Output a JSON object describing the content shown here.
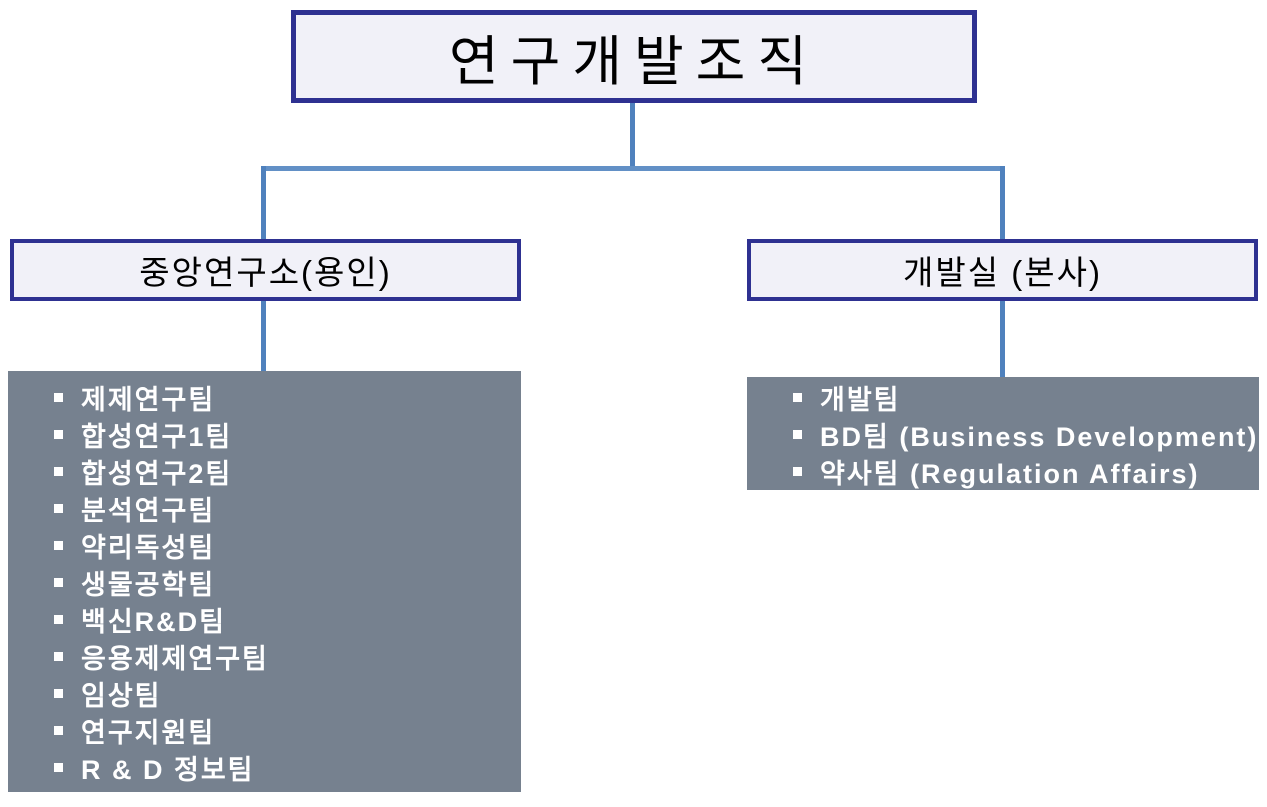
{
  "org": {
    "root_label": "연구개발조직",
    "branches": [
      {
        "label": "중앙연구소(용인)",
        "items": [
          "제제연구팀",
          "합성연구1팀",
          "합성연구2팀",
          "분석연구팀",
          "약리독성팀",
          "생물공학팀",
          "백신R&D팀",
          "응용제제연구팀",
          "임상팀",
          "연구지원팀",
          "R & D 정보팀"
        ]
      },
      {
        "label": "개발실 (본사)",
        "items": [
          "개발팀",
          "BD팀 (Business Development)",
          "약사팀 (Regulation Affairs)"
        ]
      }
    ]
  },
  "colors": {
    "box_border": "#2e3191",
    "box_fill": "#f1f1f8",
    "connector": "#4f81bd",
    "panel_bg": "#76818f",
    "panel_text": "#ffffff",
    "title_text": "#000000"
  }
}
